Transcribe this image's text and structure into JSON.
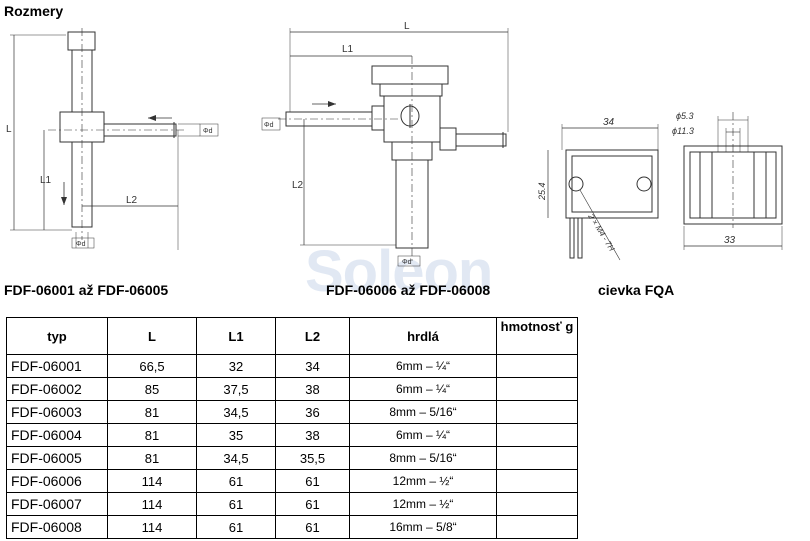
{
  "heading": "Rozmery",
  "watermark": "Soleon",
  "captions": {
    "left": "FDF-06001 až FDF-06005",
    "middle": "FDF-06006 až FDF-06008",
    "right": "cievka FQA"
  },
  "drawing_labels": {
    "d1": {
      "L": "L",
      "L1": "L1",
      "L2": "L2",
      "od": "Φd",
      "od2": "Φd"
    },
    "d2": {
      "L": "L",
      "L1": "L1",
      "L2": "L2",
      "od": "Φd",
      "od2": "Φd"
    },
    "d3": {
      "w34": "34",
      "h254": "25.4",
      "w33": "33",
      "phi53": "ϕ5.3",
      "phi113": "ϕ11.3",
      "thread": "2 × M4 - 7H"
    }
  },
  "table": {
    "headers": [
      "typ",
      "L",
      "L1",
      "L2",
      "hrdlá",
      "hmotnosť g"
    ],
    "rows": [
      {
        "typ": "FDF-06001",
        "L": "66,5",
        "L1": "32",
        "L2": "34",
        "hrdla": "6mm – ¼“",
        "hmotnost": ""
      },
      {
        "typ": "FDF-06002",
        "L": "85",
        "L1": "37,5",
        "L2": "38",
        "hrdla": "6mm – ¼“",
        "hmotnost": ""
      },
      {
        "typ": "FDF-06003",
        "L": "81",
        "L1": "34,5",
        "L2": "36",
        "hrdla": "8mm – 5/16“",
        "hmotnost": ""
      },
      {
        "typ": "FDF-06004",
        "L": "81",
        "L1": "35",
        "L2": "38",
        "hrdla": "6mm – ¼“",
        "hmotnost": ""
      },
      {
        "typ": "FDF-06005",
        "L": "81",
        "L1": "34,5",
        "L2": "35,5",
        "hrdla": "8mm – 5/16“",
        "hmotnost": ""
      },
      {
        "typ": "FDF-06006",
        "L": "114",
        "L1": "61",
        "L2": "61",
        "hrdla": "12mm – ½“",
        "hmotnost": ""
      },
      {
        "typ": "FDF-06007",
        "L": "114",
        "L1": "61",
        "L2": "61",
        "hrdla": "12mm – ½“",
        "hmotnost": ""
      },
      {
        "typ": "FDF-06008",
        "L": "114",
        "L1": "61",
        "L2": "61",
        "hrdla": "16mm – 5/8“",
        "hmotnost": ""
      }
    ]
  }
}
